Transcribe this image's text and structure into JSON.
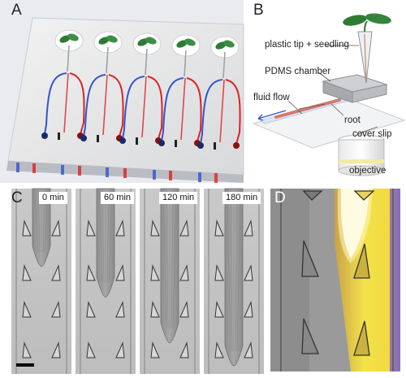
{
  "panels": {
    "a": {
      "letter": "A"
    },
    "b": {
      "letter": "B",
      "labels": {
        "tip": "plastic tip + seedling",
        "chamber": "PDMS chamber",
        "flow": "fluid flow",
        "root": "root",
        "cover": "cover slip",
        "objective": "objective"
      }
    },
    "c": {
      "letter": "C",
      "frames": [
        {
          "time": "0 min",
          "growth": 0.35
        },
        {
          "time": "60 min",
          "growth": 0.55
        },
        {
          "time": "120 min",
          "growth": 0.85
        },
        {
          "time": "180 min",
          "growth": 1.0
        }
      ]
    },
    "d": {
      "letter": "D"
    }
  },
  "colors": {
    "flow_blue": "#3355cc",
    "flow_red": "#dd2222",
    "leaf_green": "#2f7a35",
    "dye_yellow": "#f4e24a",
    "dye_purple": "#8a6bb8"
  }
}
